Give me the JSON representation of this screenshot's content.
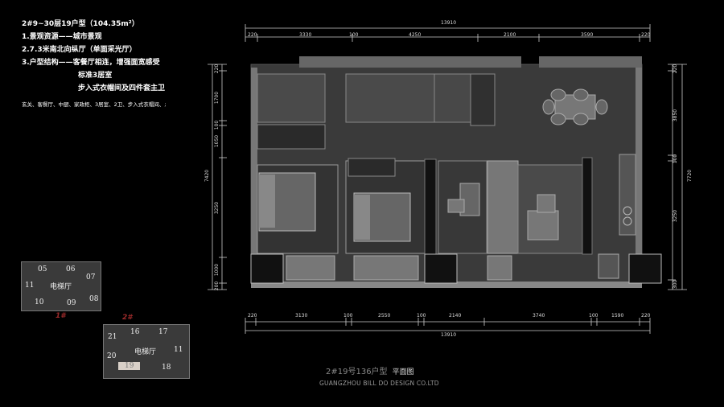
{
  "header": {
    "line1": "2#9~30层19户型（104.35m²）",
    "line2": "1.景观资源——城市景观",
    "line3": "2.7.3米南北向纵厅（单面采光厅）",
    "line4": "3.户型结构——客餐厅相连，增强面宽感受",
    "line5": "标准3居室",
    "line6": "步入式衣帽间及四件套主卫",
    "line7": "玄关、客餐厅、中厨、家政柜、3居室、2卫、步入式衣帽间、;"
  },
  "dimensions": {
    "top_total": "13910",
    "top": [
      "220",
      "3330",
      "100",
      "4250",
      "2100",
      "3590",
      "220"
    ],
    "bottom_total": "13910",
    "bottom": [
      "220",
      "3130",
      "100",
      "2550",
      "100",
      "2140",
      "3740",
      "100",
      "1590",
      "220"
    ],
    "left_total": "7420",
    "left": [
      "220",
      "1700",
      "100",
      "1050",
      "3250",
      "1000",
      "200"
    ],
    "right_total": "7720",
    "right": [
      "220",
      "3850",
      "100",
      "3250",
      "300"
    ]
  },
  "key_plan_1": {
    "units": [
      "05",
      "06",
      "07",
      "11",
      "电梯厅",
      "10",
      "09",
      "08"
    ],
    "building": "1#"
  },
  "key_plan_2": {
    "units": [
      "16",
      "17",
      "21",
      "电梯厅",
      "11",
      "20",
      "19",
      "18"
    ],
    "building": "2#",
    "highlight": "19"
  },
  "caption": {
    "title": "2#19号136户型",
    "subtitle": "平面图",
    "company": "GUANGZHOU BILL DO DESIGN CO.LTD"
  },
  "colors": {
    "background": "#000000",
    "highlight_unit": "#d9d0c8",
    "building_label": "#9a2a2a"
  }
}
